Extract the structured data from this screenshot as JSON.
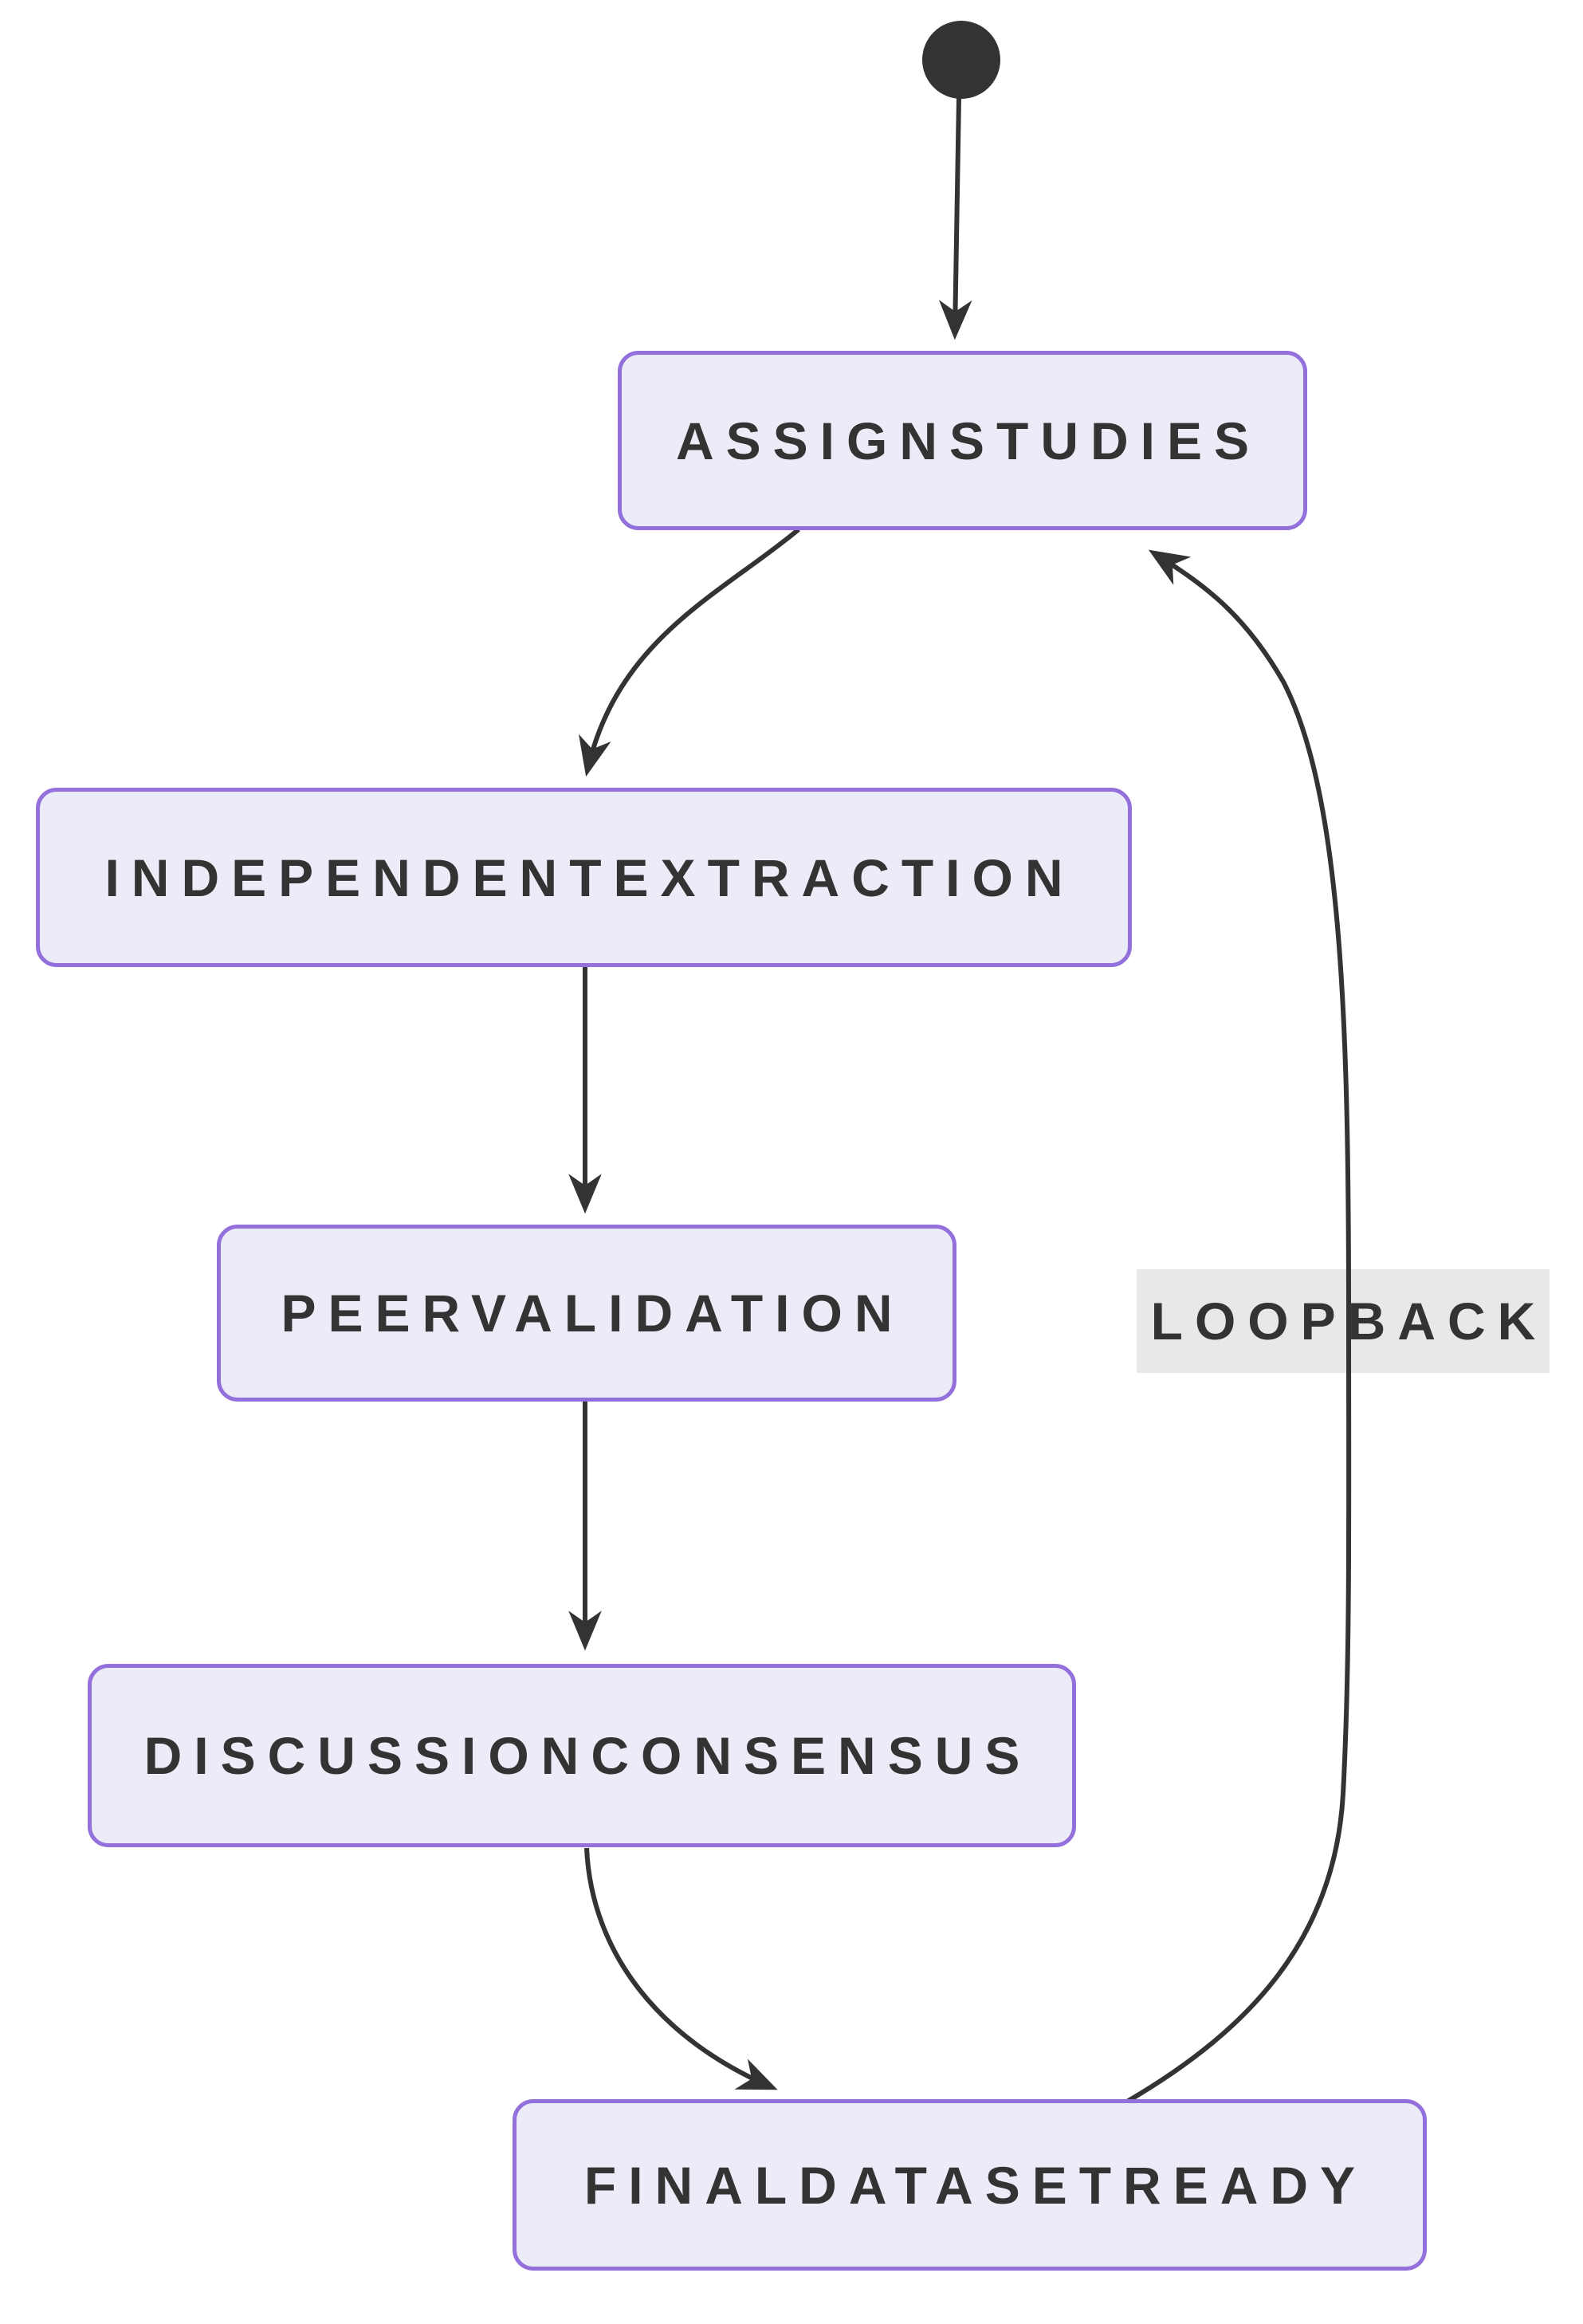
{
  "diagram": {
    "type": "state-diagram",
    "states": [
      {
        "label": "ASSIGNSTUDIES"
      },
      {
        "label": "INDEPENDENTEXTRACTION"
      },
      {
        "label": "PEERVALIDATION"
      },
      {
        "label": "DISCUSSIONCONSENSUS"
      },
      {
        "label": "FINALDATASETREADY"
      }
    ],
    "edge_label": {
      "label": "LOOPBACK"
    },
    "edges": [
      {
        "from": "start",
        "to": "ASSIGNSTUDIES"
      },
      {
        "from": "ASSIGNSTUDIES",
        "to": "INDEPENDENTEXTRACTION"
      },
      {
        "from": "INDEPENDENTEXTRACTION",
        "to": "PEERVALIDATION"
      },
      {
        "from": "PEERVALIDATION",
        "to": "DISCUSSIONCONSENSUS"
      },
      {
        "from": "DISCUSSIONCONSENSUS",
        "to": "FINALDATASETREADY"
      },
      {
        "from": "FINALDATASETREADY",
        "to": "ASSIGNSTUDIES",
        "label": "LOOPBACK"
      }
    ],
    "colors": {
      "node_fill": "#ECECF9",
      "node_border": "#9370DB",
      "edge_color": "#333333",
      "text_color": "#333333",
      "edge_label_bg": "#E8E8E8",
      "start_node_fill": "#333333",
      "background": "#FFFFFF"
    }
  }
}
